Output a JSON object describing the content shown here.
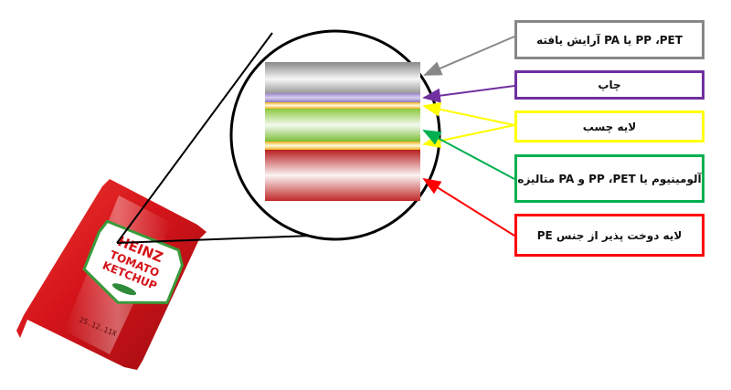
{
  "diagram": {
    "packet": {
      "brand": "HEINZ",
      "product_line1": "TOMATO",
      "product_line2": "KETCHUP",
      "code": "25.12.11X",
      "color": "#d4141a"
    },
    "layers": [
      {
        "key": "surface",
        "label": "PP ،PET یا PA آرایش یافته",
        "color": "#888888"
      },
      {
        "key": "print",
        "label": "چاپ",
        "color": "#7030a0"
      },
      {
        "key": "adhesive",
        "label": "لایه چسب",
        "color": "#ffff00"
      },
      {
        "key": "barrier",
        "label": "آلومینیوم یا PP ،PET و PA متالیزه",
        "color": "#00b050"
      },
      {
        "key": "sealant",
        "label": "لایه دوخت پذیر از جنس PE",
        "color": "#ff0000"
      }
    ]
  }
}
